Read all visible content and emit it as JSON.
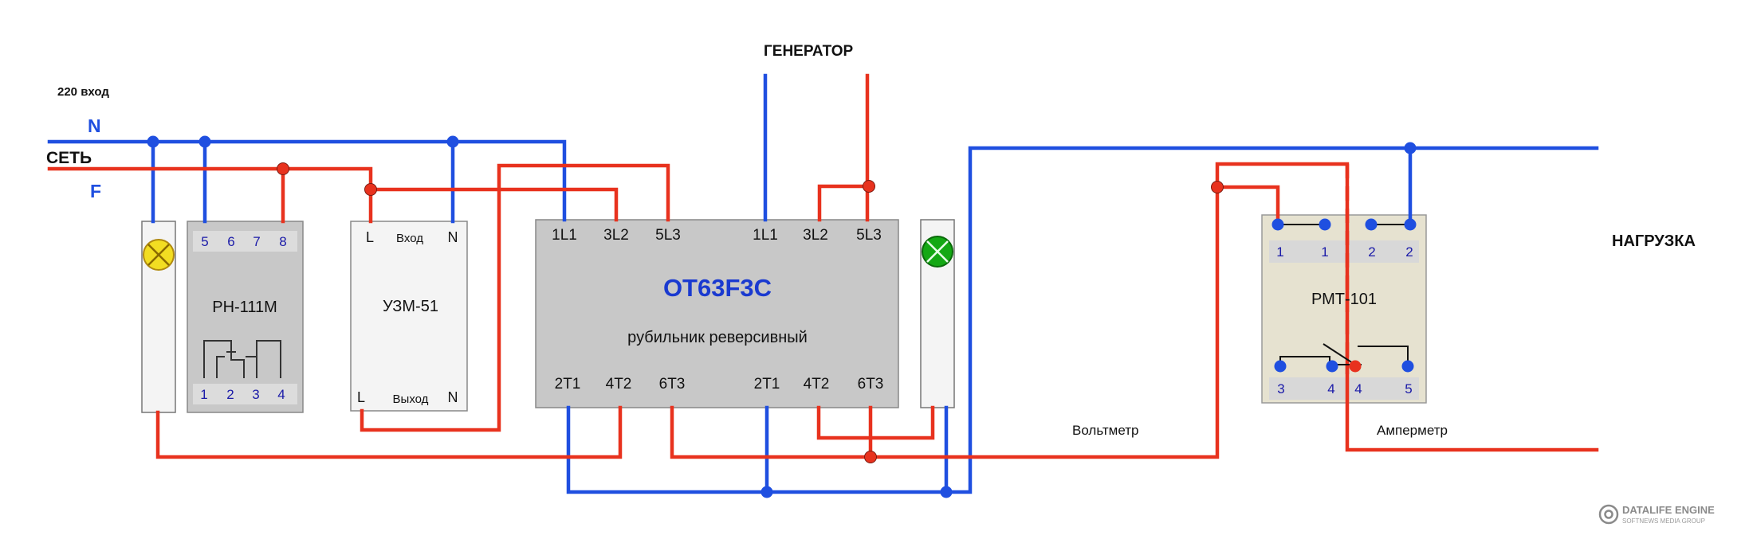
{
  "labels": {
    "input_220": "220 вход",
    "n": "N",
    "network": "СЕТЬ",
    "f": "F",
    "generator": "ГЕНЕРАТОР",
    "load": "НАГРУЗКА",
    "voltmeter": "Вольтметр",
    "ammeter": "Амперметр"
  },
  "rn111m": {
    "name": "РН-111М",
    "top_terminals": [
      "5",
      "6",
      "7",
      "8"
    ],
    "bottom_terminals": [
      "1",
      "2",
      "3",
      "4"
    ]
  },
  "uzm51": {
    "name": "УЗМ-51",
    "top_left": "L",
    "top_mid": "Вход",
    "top_right": "N",
    "bottom_left": "L",
    "bottom_mid": "Выход",
    "bottom_right": "N"
  },
  "switch": {
    "model": "OT63F3C",
    "description": "рубильник реверсивный",
    "top_terminals": [
      "1L1",
      "3L2",
      "5L3",
      "1L1",
      "3L2",
      "5L3"
    ],
    "bottom_terminals": [
      "2T1",
      "4T2",
      "6T3",
      "2T1",
      "4T2",
      "6T3"
    ]
  },
  "rmt101": {
    "name": "РМТ-101",
    "top_terminals": [
      "1",
      "1",
      "2",
      "2"
    ],
    "bottom_terminals": [
      "3",
      "4",
      "4",
      "5"
    ]
  },
  "watermark": {
    "title": "DATALIFE ENGINE",
    "subtitle": "SOFTNEWS MEDIA GROUP"
  },
  "colors": {
    "neutral_wire": "#1f4fe0",
    "phase_wire": "#e8321e",
    "terminal_text": "#1a1aa8",
    "switch_title": "#1a3ad0",
    "lamp_yellow": "#f2dd22",
    "lamp_green": "#14a814",
    "device_gray": "#c8c8c8",
    "device_white": "#f4f4f4",
    "device_beige": "#e6e2d0"
  }
}
